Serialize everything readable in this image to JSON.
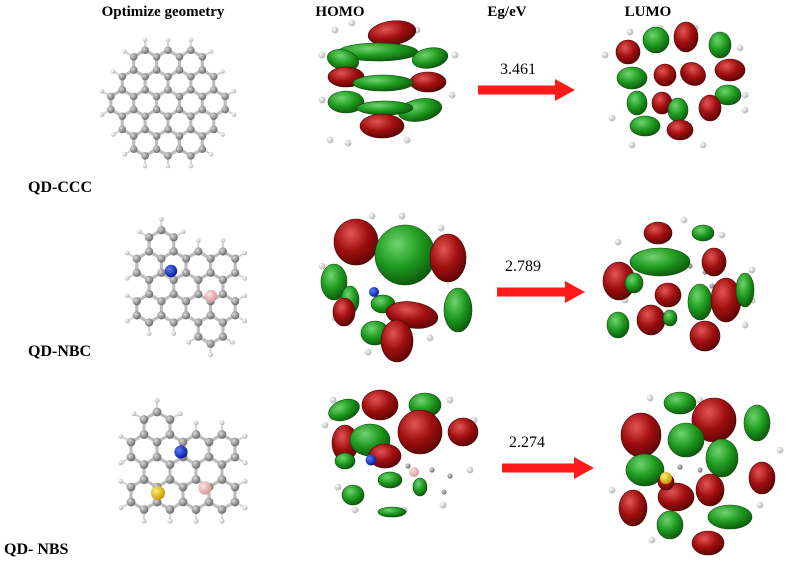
{
  "headers": {
    "geometry": "Optimize geometry",
    "homo": "HOMO",
    "gap": "Eg/eV",
    "lumo": "LUMO"
  },
  "molecules": [
    {
      "label": "QD-CCC",
      "gap": "3.461",
      "heteroatoms": []
    },
    {
      "label": "QD-NBC",
      "gap": "2.789",
      "heteroatoms": [
        "N",
        "B"
      ]
    },
    {
      "label": "QD- NBS",
      "gap": "2.274",
      "heteroatoms": [
        "N",
        "B",
        "S"
      ]
    }
  ],
  "colors": {
    "arrow": "#ff1a1a",
    "orbital_positive": "#1f8f1f",
    "orbital_negative": "#9b0a0a",
    "carbon": "#7a7a7a",
    "hydrogen": "#e6e6e6",
    "nitrogen": "#1530d0",
    "boron": "#f0b4b4",
    "sulfur": "#e6c21a"
  }
}
